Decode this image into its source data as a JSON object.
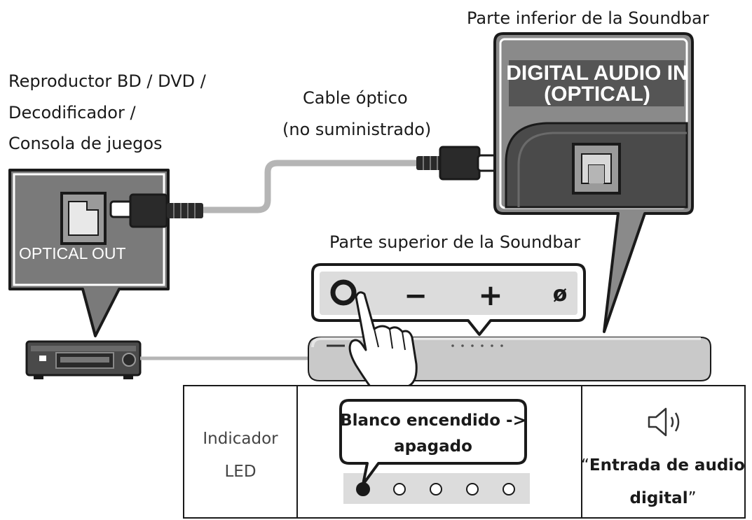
{
  "labels": {
    "bottom_of_soundbar": "Parte inferior de la Soundbar",
    "source_line1": "Reproductor BD / DVD /",
    "source_line2": "Decodificador /",
    "source_line3": "Consola de juegos",
    "cable_line1": "Cable óptico",
    "cable_line2": "(no suministrado)",
    "top_of_soundbar": "Parte superior de la Soundbar",
    "optical_out": "OPTICAL OUT",
    "digital_in_line1": "DIGITAL AUDIO IN",
    "digital_in_line2": "(OPTICAL)"
  },
  "buttons": {
    "minus": "−",
    "plus": "+",
    "mic": "ø"
  },
  "led_table": {
    "indicator_line1": "Indicador",
    "indicator_line2": "LED",
    "status_line1": "Blanco encendido ->",
    "status_line2": "apagado",
    "voice_open_quote": "“",
    "voice_line1": "Entrada de audio",
    "voice_line2": "digital",
    "voice_close_quote": "”",
    "leds": [
      {
        "state": "on"
      },
      {
        "state": "off"
      },
      {
        "state": "off"
      },
      {
        "state": "off"
      },
      {
        "state": "off"
      }
    ]
  },
  "icons": {
    "power": "power-icon",
    "speaker": "speaker-icon"
  },
  "colors": {
    "panel_gray": "#7a7a7a",
    "cable_gray": "#b5b5b5",
    "dark": "#1a1a1a",
    "led_strip": "#dcdcdc"
  }
}
